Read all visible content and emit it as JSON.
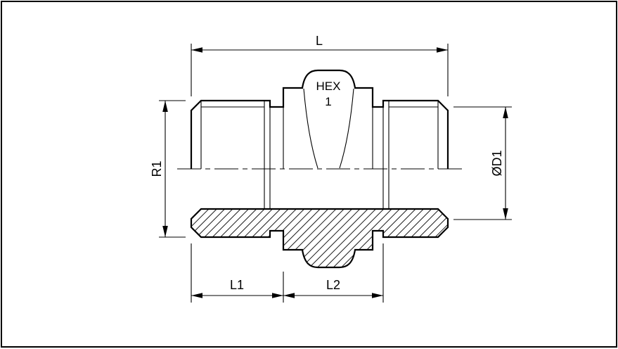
{
  "colors": {
    "ink": "#000000",
    "paper": "#ffffff"
  },
  "drawing": {
    "labels": {
      "overall_length": "L",
      "left_thread": "R1",
      "right_diameter": "ØD1",
      "hex_word": "HEX",
      "hex_number": "1",
      "length_left": "L1",
      "length_center": "L2"
    }
  }
}
